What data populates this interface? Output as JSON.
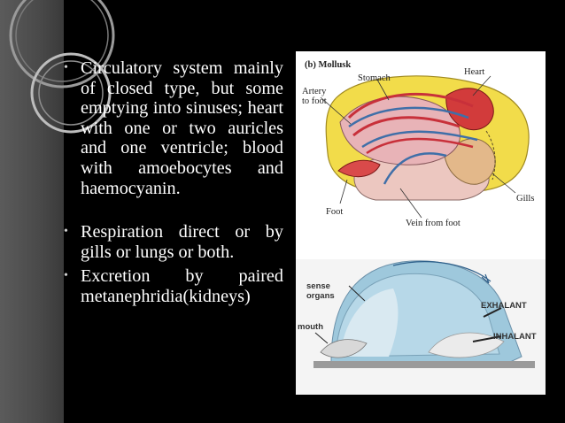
{
  "slide": {
    "bullets": [
      {
        "text": "Circulatory system mainly of closed type, but some emptying into sinuses; heart with one or two auricles and one ventricle; blood with amoebocytes and haemocyanin."
      },
      {
        "text": "Respiration direct or by gills or lungs or both."
      },
      {
        "text": "Excretion by paired metanephridia(kidneys)"
      }
    ],
    "bullet_glyph": "•"
  },
  "figure_top": {
    "panel_label": "(b) Mollusk",
    "labels": {
      "stomach": "Stomach",
      "heart": "Heart",
      "artery": "Artery",
      "artery2": "to foot",
      "gills": "Gills",
      "foot": "Foot",
      "vein": "Vein from foot"
    }
  },
  "figure_bottom": {
    "labels": {
      "sense": "sense",
      "organs": "organs",
      "mouth": "mouth",
      "exhalant": "EXHALANT",
      "inhalant": "INHALANT"
    }
  },
  "colors": {
    "background": "#000000",
    "band": "#4d4d4d",
    "text": "#ffffff",
    "shell_yellow": "#f2dc4a",
    "artery_red": "#c8303a",
    "vein_blue": "#3f6fa8",
    "body_pink": "#ecc7c0",
    "water_blue": "#b7d8e8"
  }
}
